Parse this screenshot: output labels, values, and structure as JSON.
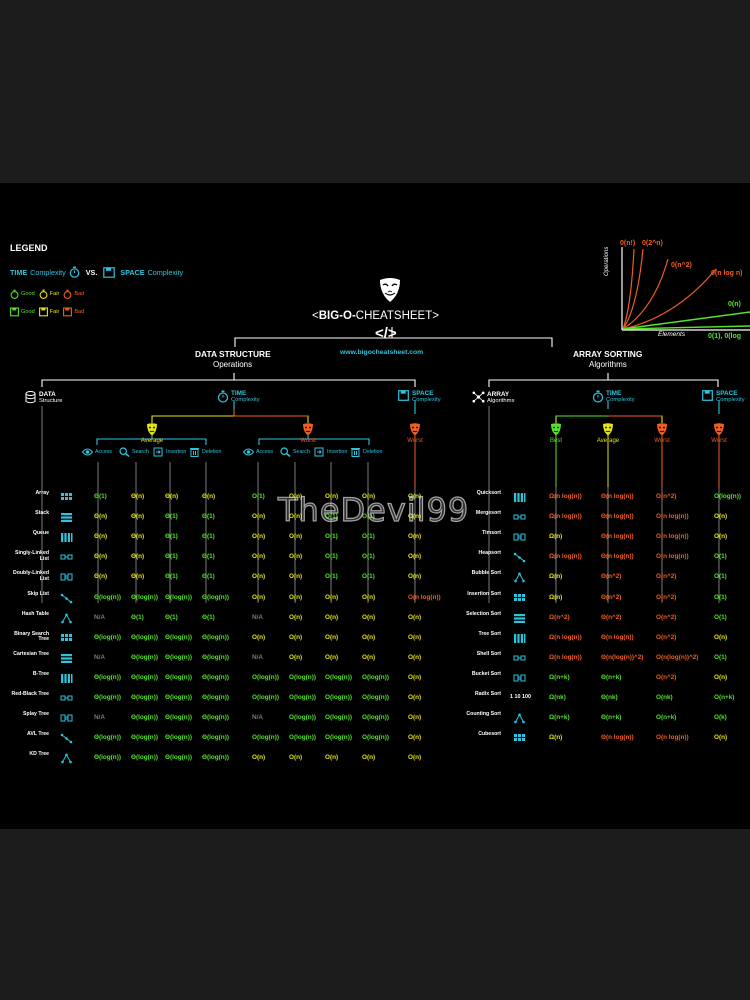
{
  "legend": {
    "title": "LEGEND",
    "time": "TIME",
    "time_sub": "Complexity",
    "vs": "VS.",
    "space": "SPACE",
    "space_sub": "Complexity",
    "ratings": [
      "Good",
      "Fair",
      "Bad"
    ]
  },
  "header": {
    "title_prefix": "<",
    "title_bold": "BIG-O-",
    "title_rest": "CHEATSHEET>",
    "code_glyph": "</>",
    "url": "www.bigocheatsheet.com"
  },
  "growth_chart": {
    "ylabel": "Operations",
    "xlabel": "Elements",
    "curves": [
      "0(n!)",
      "0(2^n)",
      "0(n^2)",
      "0(n log n)",
      "0(n)",
      "0(1), 0(log"
    ]
  },
  "ds_section": {
    "title": "DATA STRUCTURE",
    "subtitle": "Operations",
    "col_data": "DATA",
    "col_data_sub": "Structure",
    "col_time": "TIME",
    "col_time_sub": "Complexity",
    "col_space": "SPACE",
    "col_space_sub": "Complexity",
    "avg": "Average",
    "worst": "Worst",
    "space_worst": "Worst",
    "ops": [
      "Access",
      "Search",
      "Insertion",
      "Deletion"
    ],
    "rows": [
      {
        "name": "Array",
        "cells": [
          "Θ(1)",
          "Θ(n)",
          "Θ(n)",
          "Θ(n)",
          "O(1)",
          "O(n)",
          "O(n)",
          "O(n)",
          "O(n)"
        ]
      },
      {
        "name": "Stack",
        "cells": [
          "Θ(n)",
          "Θ(n)",
          "Θ(1)",
          "Θ(1)",
          "O(n)",
          "O(n)",
          "O(1)",
          "O(1)",
          "O(n)"
        ]
      },
      {
        "name": "Queue",
        "cells": [
          "Θ(n)",
          "Θ(n)",
          "Θ(1)",
          "Θ(1)",
          "O(n)",
          "O(n)",
          "O(1)",
          "O(1)",
          "O(n)"
        ]
      },
      {
        "name": "Singly-Linked List",
        "cells": [
          "Θ(n)",
          "Θ(n)",
          "Θ(1)",
          "Θ(1)",
          "O(n)",
          "O(n)",
          "O(1)",
          "O(1)",
          "O(n)"
        ]
      },
      {
        "name": "Doubly-Linked List",
        "cells": [
          "Θ(n)",
          "Θ(n)",
          "Θ(1)",
          "Θ(1)",
          "O(n)",
          "O(n)",
          "O(1)",
          "O(1)",
          "O(n)"
        ]
      },
      {
        "name": "Skip List",
        "cells": [
          "Θ(log(n))",
          "Θ(log(n))",
          "Θ(log(n))",
          "Θ(log(n))",
          "O(n)",
          "O(n)",
          "O(n)",
          "O(n)",
          "O(n log(n))"
        ]
      },
      {
        "name": "Hash Table",
        "cells": [
          "N/A",
          "Θ(1)",
          "Θ(1)",
          "Θ(1)",
          "N/A",
          "O(n)",
          "O(n)",
          "O(n)",
          "O(n)"
        ]
      },
      {
        "name": "Binary Search Tree",
        "cells": [
          "Θ(log(n))",
          "Θ(log(n))",
          "Θ(log(n))",
          "Θ(log(n))",
          "O(n)",
          "O(n)",
          "O(n)",
          "O(n)",
          "O(n)"
        ]
      },
      {
        "name": "Cartesian Tree",
        "cells": [
          "N/A",
          "Θ(log(n))",
          "Θ(log(n))",
          "Θ(log(n))",
          "N/A",
          "O(n)",
          "O(n)",
          "O(n)",
          "O(n)"
        ]
      },
      {
        "name": "B-Tree",
        "cells": [
          "Θ(log(n))",
          "Θ(log(n))",
          "Θ(log(n))",
          "Θ(log(n))",
          "O(log(n))",
          "O(log(n))",
          "O(log(n))",
          "O(log(n))",
          "O(n)"
        ]
      },
      {
        "name": "Red-Black Tree",
        "cells": [
          "Θ(log(n))",
          "Θ(log(n))",
          "Θ(log(n))",
          "Θ(log(n))",
          "O(log(n))",
          "O(log(n))",
          "O(log(n))",
          "O(log(n))",
          "O(n)"
        ]
      },
      {
        "name": "Splay Tree",
        "cells": [
          "N/A",
          "Θ(log(n))",
          "Θ(log(n))",
          "Θ(log(n))",
          "N/A",
          "O(log(n))",
          "O(log(n))",
          "O(log(n))",
          "O(n)"
        ]
      },
      {
        "name": "AVL Tree",
        "cells": [
          "Θ(log(n))",
          "Θ(log(n))",
          "Θ(log(n))",
          "Θ(log(n))",
          "O(log(n))",
          "O(log(n))",
          "O(log(n))",
          "O(log(n))",
          "O(n)"
        ]
      },
      {
        "name": "KD Tree",
        "cells": [
          "Θ(log(n))",
          "Θ(log(n))",
          "Θ(log(n))",
          "Θ(log(n))",
          "O(n)",
          "O(n)",
          "O(n)",
          "O(n)",
          "O(n)"
        ]
      }
    ]
  },
  "sort_section": {
    "title": "ARRAY SORTING",
    "subtitle": "Algorithms",
    "col_array": "ARRAY",
    "col_array_sub": "Algorithms",
    "col_time": "TIME",
    "col_time_sub": "Complexity",
    "col_space": "SPACE",
    "col_space_sub": "Complexity",
    "best": "Best",
    "avg": "Average",
    "worst": "Worst",
    "space_worst": "Worst",
    "rows": [
      {
        "name": "Quicksort",
        "cells": [
          "Ω(n log(n))",
          "Θ(n log(n))",
          "O(n^2)",
          "O(log(n))"
        ]
      },
      {
        "name": "Mergesort",
        "cells": [
          "Ω(n log(n))",
          "Θ(n log(n))",
          "O(n log(n))",
          "O(n)"
        ]
      },
      {
        "name": "Timsort",
        "cells": [
          "Ω(n)",
          "Θ(n log(n))",
          "O(n log(n))",
          "O(n)"
        ]
      },
      {
        "name": "Heapsort",
        "cells": [
          "Ω(n log(n))",
          "Θ(n log(n))",
          "O(n log(n))",
          "O(1)"
        ]
      },
      {
        "name": "Bubble Sort",
        "cells": [
          "Ω(n)",
          "Θ(n^2)",
          "O(n^2)",
          "O(1)"
        ]
      },
      {
        "name": "Insertion Sort",
        "cells": [
          "Ω(n)",
          "Θ(n^2)",
          "O(n^2)",
          "O(1)"
        ]
      },
      {
        "name": "Selection Sort",
        "cells": [
          "Ω(n^2)",
          "Θ(n^2)",
          "O(n^2)",
          "O(1)"
        ]
      },
      {
        "name": "Tree Sort",
        "cells": [
          "Ω(n log(n))",
          "Θ(n log(n))",
          "O(n^2)",
          "O(n)"
        ]
      },
      {
        "name": "Shell Sort",
        "cells": [
          "Ω(n log(n))",
          "Θ(n(log(n))^2)",
          "O(n(log(n))^2)",
          "O(1)"
        ]
      },
      {
        "name": "Bucket Sort",
        "cells": [
          "Ω(n+k)",
          "Θ(n+k)",
          "O(n^2)",
          "O(n)"
        ]
      },
      {
        "name": "Radix Sort",
        "cells": [
          "Ω(nk)",
          "Θ(nk)",
          "O(nk)",
          "O(n+k)"
        ]
      },
      {
        "name": "Counting Sort",
        "cells": [
          "Ω(n+k)",
          "Θ(n+k)",
          "O(n+k)",
          "O(k)"
        ]
      },
      {
        "name": "Cubesort",
        "cells": [
          "Ω(n)",
          "Θ(n log(n))",
          "O(n log(n))",
          "O(n)"
        ]
      }
    ],
    "radix_icon_text": "1 10 100"
  },
  "watermark": "TheDevil99",
  "colors": {
    "good": "#56e22e",
    "fair": "#e4e41c",
    "bad": "#f05e23",
    "accent": "#2ec4de",
    "background": "#000000"
  }
}
